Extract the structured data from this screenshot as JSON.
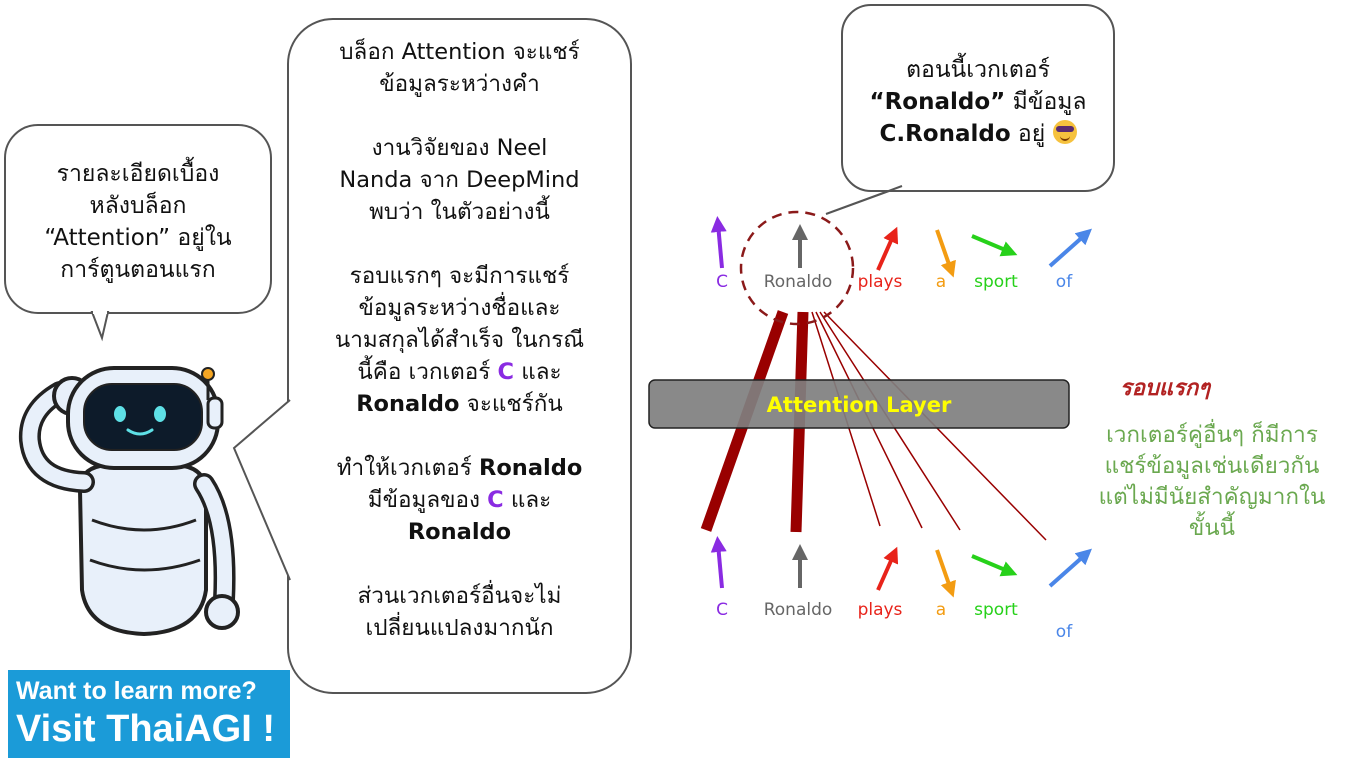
{
  "left_bubble": {
    "lines": [
      "รายละเอียดเบื้อง",
      "หลังบล็อก",
      "“Attention” อยู่ใน",
      "การ์ตูนตอนแรก"
    ]
  },
  "center_bubble": {
    "para1": [
      "บล็อก Attention จะแชร์",
      "ข้อมูลระหว่างคำ"
    ],
    "para2": [
      "งานวิจัยของ Neel",
      "Nanda จาก DeepMind",
      "พบว่า ในตัวอย่างนี้"
    ],
    "para3": {
      "lines": [
        "รอบแรกๆ จะมีการแชร์",
        "ข้อมูลระหว่างชื่อและ",
        "นามสกุลได้สำเร็จ ในกรณี"
      ],
      "l4_prefix": "นี้คือ เวกเตอร์ ",
      "l4_c": "C",
      "l4_suffix": " และ",
      "l5_bold": "Ronaldo",
      "l5_suffix": " จะแชร์กัน"
    },
    "para4": {
      "l1_prefix": "ทำให้เวกเตอร์ ",
      "l1_bold": "Ronaldo",
      "l2_prefix": "มีข้อมูลของ ",
      "l2_c": "C",
      "l2_suffix": " และ",
      "l3_bold": "Ronaldo"
    },
    "para5": [
      "ส่วนเวกเตอร์อื่นจะไม่",
      "เปลี่ยนแปลงมากนัก"
    ]
  },
  "right_bubble": {
    "line1": "ตอนนี้เวกเตอร์",
    "line2_bold": "“Ronaldo”",
    "line2_suffix": " มีข้อมูล",
    "line3_bold": "C.Ronaldo",
    "line3_suffix": " อยู่ "
  },
  "diagram": {
    "layer_label": "Attention Layer",
    "tokens": [
      {
        "word": "C",
        "color": "#8a2be2"
      },
      {
        "word": "Ronaldo",
        "color": "#666666"
      },
      {
        "word": "plays",
        "color": "#e8231a"
      },
      {
        "word": "a",
        "color": "#f39c12"
      },
      {
        "word": "sport",
        "color": "#27d11a"
      },
      {
        "word": "of",
        "color": "#4a86e8"
      }
    ],
    "attention_color": "#990000",
    "layer_label_color": "#ffff00",
    "layer_fill": "#7f7f7f"
  },
  "first_round": {
    "title": "รอบแรกๆ",
    "note_lines": [
      "เวกเตอร์คู่อื่นๆ ก็มีการ",
      "แชร์ข้อมูลเช่นเดียวกัน",
      "แต่ไม่มีนัยสำคัญมากใน",
      "ขั้นนี้"
    ]
  },
  "promo": {
    "line1": "Want to learn more?",
    "line2": "Visit ThaiAGI !"
  }
}
